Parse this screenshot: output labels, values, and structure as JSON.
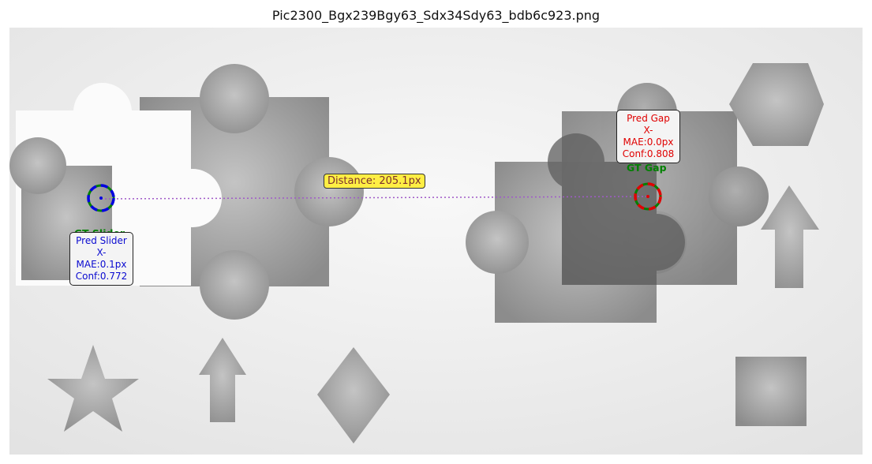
{
  "title": "Pic2300_Bgx239Bgy63_Sdx34Sdy63_bdb6c923.png",
  "labels": {
    "pred_gap": {
      "line1": "Pred Gap",
      "line2": "X-MAE:0.0px",
      "line3": "Conf:0.808"
    },
    "gt_gap": "GT Gap",
    "pred_slider": {
      "line1": "Pred Slider",
      "line2": "X-MAE:0.1px",
      "line3": "Conf:0.772"
    },
    "gt_slider": "GT Slider",
    "distance": "Distance: 205.1px"
  },
  "colors": {
    "gt": "#008000",
    "pred_gap": "#e00000",
    "pred_slider": "#0000e0",
    "distance_line": "#a05ac8",
    "distance_box": "#ffee44"
  },
  "icons": [
    "puzzle-piece-icon",
    "star-icon",
    "arrow-up-icon",
    "diamond-icon",
    "hexagon-icon",
    "square-icon"
  ]
}
